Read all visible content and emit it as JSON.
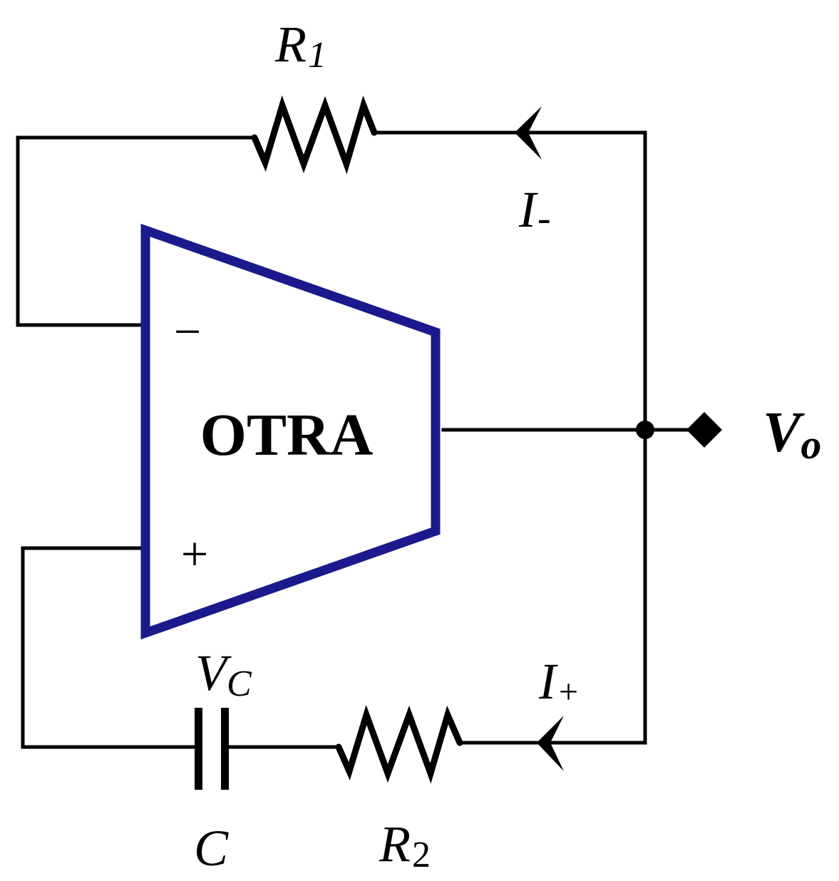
{
  "colors": {
    "wire": "#000000",
    "otra_outline": "#1a1a8c"
  },
  "amplifier": {
    "label": "OTRA",
    "inverting_sign": "−",
    "noninverting_sign": "+"
  },
  "components": {
    "r1": {
      "letter": "R",
      "subscript": "1"
    },
    "r2": {
      "letter": "R",
      "subscript": "2"
    },
    "c": {
      "letter": "C"
    }
  },
  "signals": {
    "i_minus": {
      "letter": "I",
      "subscript": "-"
    },
    "i_plus": {
      "letter": "I",
      "subscript": "+"
    },
    "vc": {
      "letter": "V",
      "subscript": "C"
    },
    "vo": {
      "letter": "V",
      "subscript": "o"
    }
  }
}
